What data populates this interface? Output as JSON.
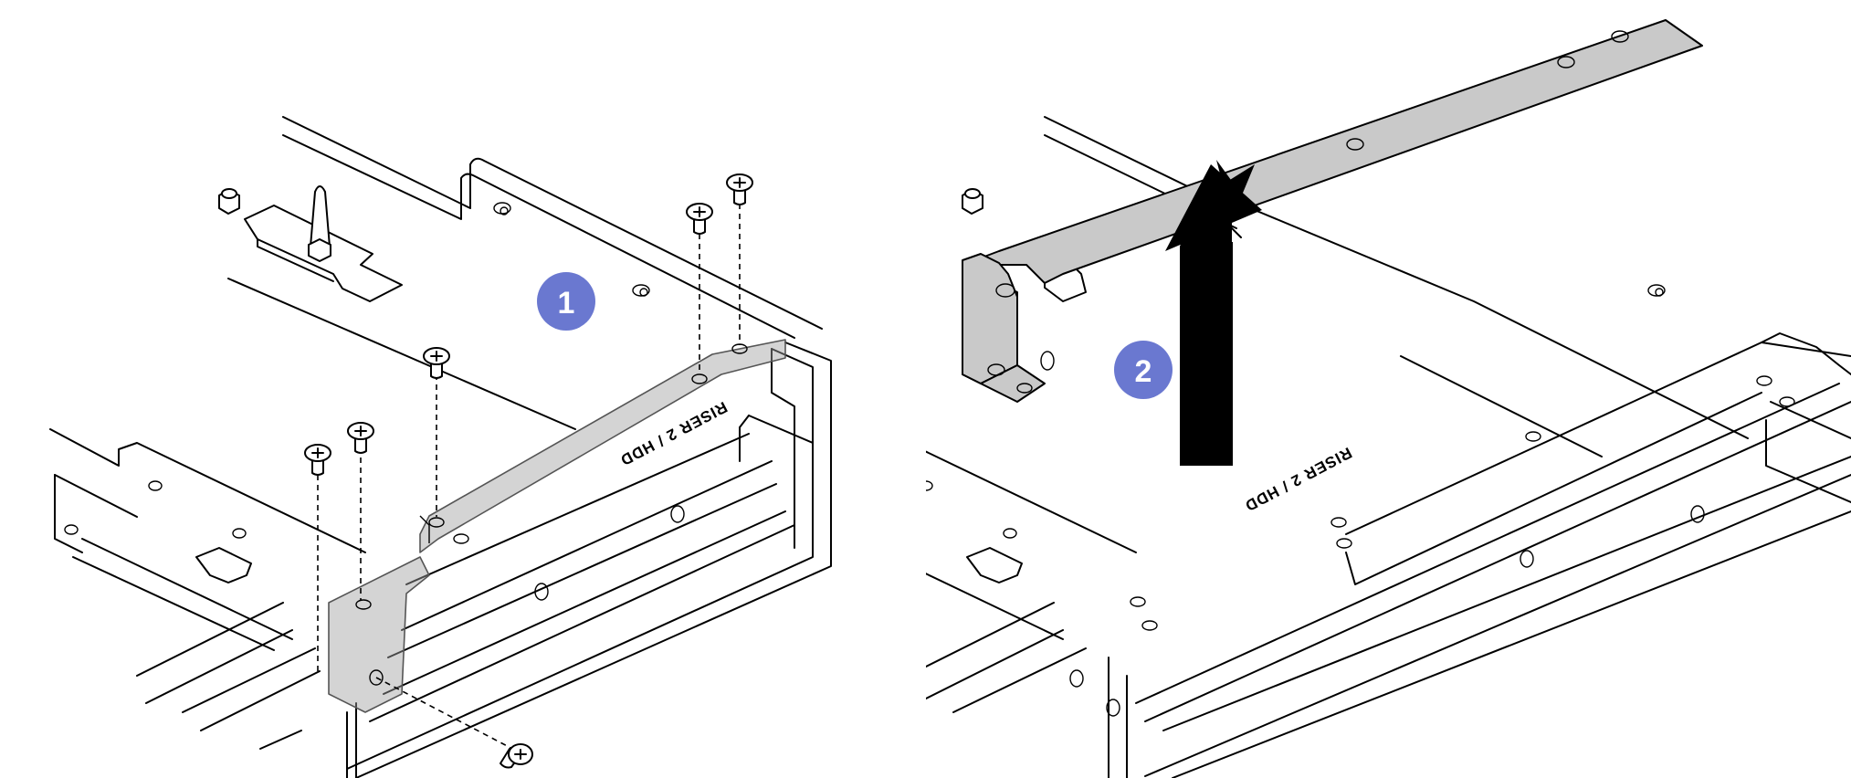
{
  "steps": [
    {
      "number": "1",
      "action": "remove-screws"
    },
    {
      "number": "2",
      "action": "lift-bracket"
    }
  ],
  "bracket_label": "RISER 2 / HDD",
  "colors": {
    "step_badge": "#6a78d0",
    "arrow": "#000000",
    "bracket_fill": "#c9c9c9",
    "line": "#000000",
    "background": "#ffffff"
  },
  "icons": [
    "screw-icon",
    "up-arrow-icon",
    "step-badge-icon"
  ]
}
